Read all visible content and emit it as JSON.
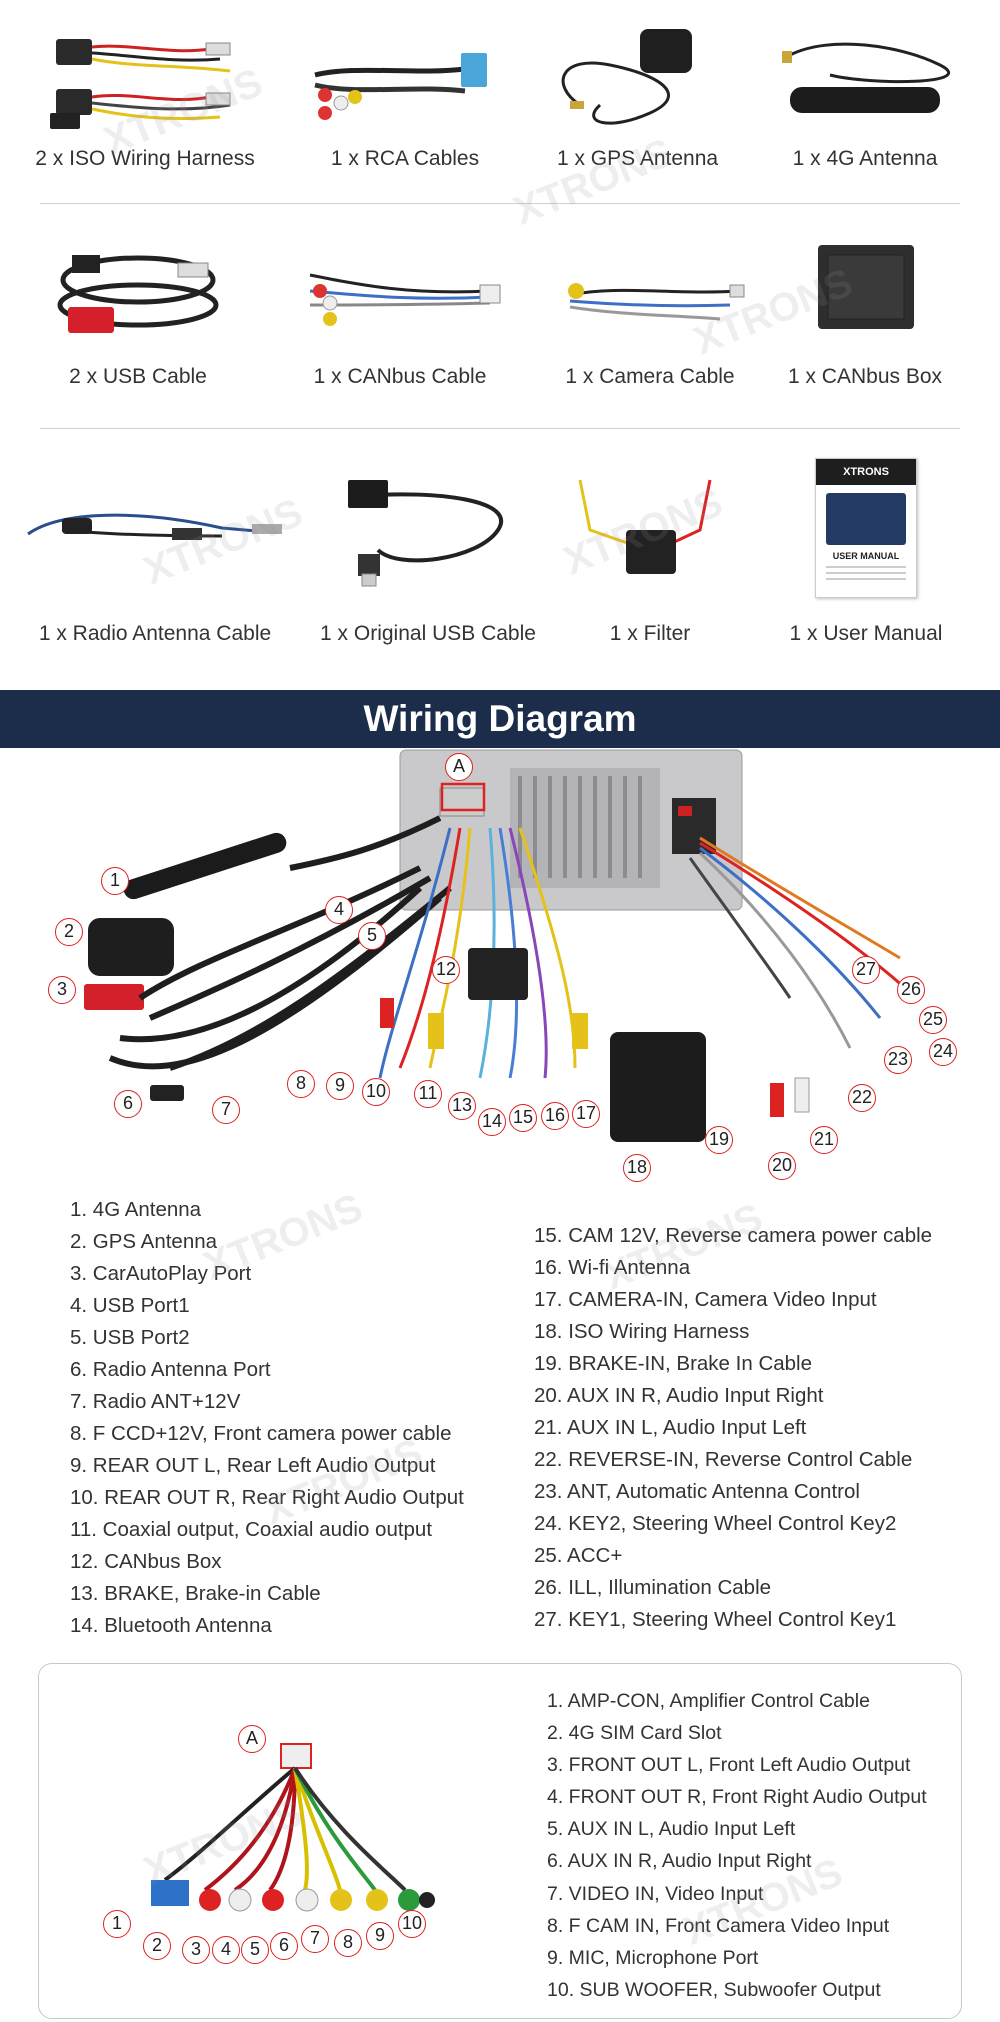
{
  "accessories": [
    [
      {
        "label": "2 x ISO Wiring Harness"
      },
      {
        "label": "1 x RCA Cables"
      },
      {
        "label": "1 x GPS Antenna"
      },
      {
        "label": "1 x 4G Antenna"
      }
    ],
    [
      {
        "label": "2 x USB Cable"
      },
      {
        "label": "1 x CANbus Cable"
      },
      {
        "label": "1 x Camera Cable"
      },
      {
        "label": "1 x CANbus Box"
      }
    ],
    [
      {
        "label": "1 x Radio Antenna Cable"
      },
      {
        "label": "1 x Original USB Cable"
      },
      {
        "label": "1 x Filter"
      },
      {
        "label": "1 x User Manual"
      }
    ]
  ],
  "manual": {
    "brand": "XTRONS",
    "title": "USER MANUAL"
  },
  "watermark": "XTRONS",
  "banner": {
    "title": "Wiring Diagram"
  },
  "diagram": {
    "connector_marker": "A",
    "numbers": [
      "1",
      "2",
      "3",
      "4",
      "5",
      "6",
      "7",
      "8",
      "9",
      "10",
      "11",
      "12",
      "13",
      "14",
      "15",
      "16",
      "17",
      "18",
      "19",
      "20",
      "21",
      "22",
      "23",
      "24",
      "25",
      "26",
      "27"
    ]
  },
  "legend_left": [
    "1. 4G Antenna",
    "2. GPS Antenna",
    "3. CarAutoPlay Port",
    "4. USB Port1",
    "5. USB Port2",
    "6. Radio Antenna Port",
    "7. Radio ANT+12V",
    "8. F CCD+12V, Front camera power cable",
    "9. REAR OUT L, Rear Left Audio Output",
    "10. REAR OUT R, Rear Right Audio Output",
    "11. Coaxial output, Coaxial audio output",
    "12. CANbus Box",
    "13. BRAKE, Brake-in Cable",
    "14. Bluetooth Antenna"
  ],
  "legend_right": [
    "15. CAM 12V, Reverse camera power cable",
    "16. Wi-fi Antenna",
    "17. CAMERA-IN, Camera Video Input",
    "18. ISO Wiring Harness",
    "19. BRAKE-IN, Brake In Cable",
    "20. AUX IN R, Audio Input Right",
    "21. AUX IN L, Audio Input Left",
    "22. REVERSE-IN, Reverse Control Cable",
    "23. ANT, Automatic Antenna Control",
    "24. KEY2, Steering Wheel Control Key2",
    "25. ACC+",
    "26. ILL, Illumination Cable",
    "27. KEY1, Steering Wheel Control Key1"
  ],
  "cable_a": {
    "marker": "A",
    "numbers": [
      "1",
      "2",
      "3",
      "4",
      "5",
      "6",
      "7",
      "8",
      "9",
      "10"
    ],
    "legend": [
      "1. AMP-CON, Amplifier Control Cable",
      "2. 4G SIM Card Slot",
      "3. FRONT OUT L, Front Left Audio Output",
      "4. FRONT OUT R, Front Right Audio Output",
      "5. AUX IN L, Audio Input Left",
      "6. AUX IN R, Audio Input Right",
      "7. VIDEO IN, Video Input",
      "8. F CAM IN, Front Camera Video Input",
      "9. MIC, Microphone Port",
      "10. SUB WOOFER, Subwoofer Output"
    ]
  },
  "colors": {
    "banner": "#1b2d4b",
    "marker_red": "#d22222",
    "text": "#333333"
  }
}
